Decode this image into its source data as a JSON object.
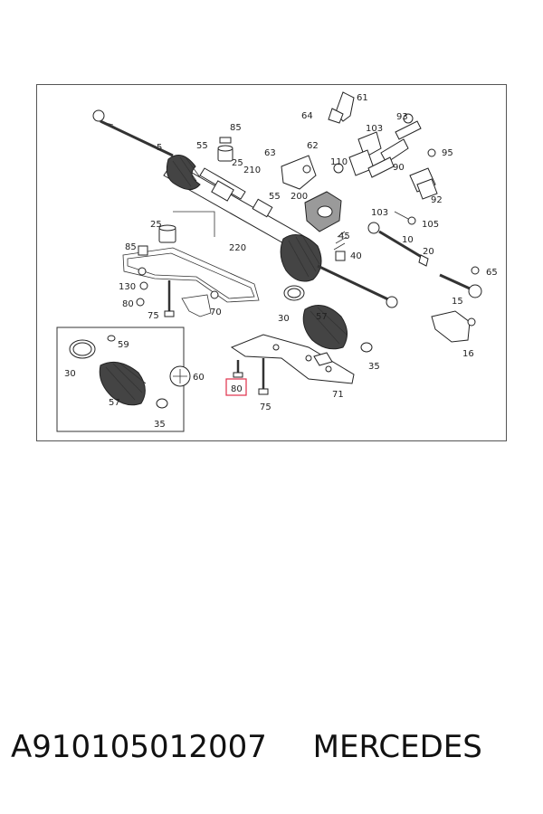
{
  "diagram": {
    "highlight_color": "#e0304a",
    "highlighted_label": "80",
    "labels": [
      "61",
      "64",
      "85",
      "103",
      "93",
      "5",
      "55",
      "25",
      "63",
      "62",
      "110",
      "90",
      "95",
      "210",
      "55",
      "200",
      "92",
      "25",
      "103",
      "105",
      "10",
      "45",
      "220",
      "40",
      "85",
      "20",
      "65",
      "15",
      "130",
      "80",
      "75",
      "70",
      "30",
      "57",
      "59",
      "30",
      "60",
      "80",
      "75",
      "35",
      "71",
      "57",
      "35",
      "16"
    ]
  },
  "caption": {
    "part_number": "A910105012007",
    "brand": "MERCEDES"
  }
}
